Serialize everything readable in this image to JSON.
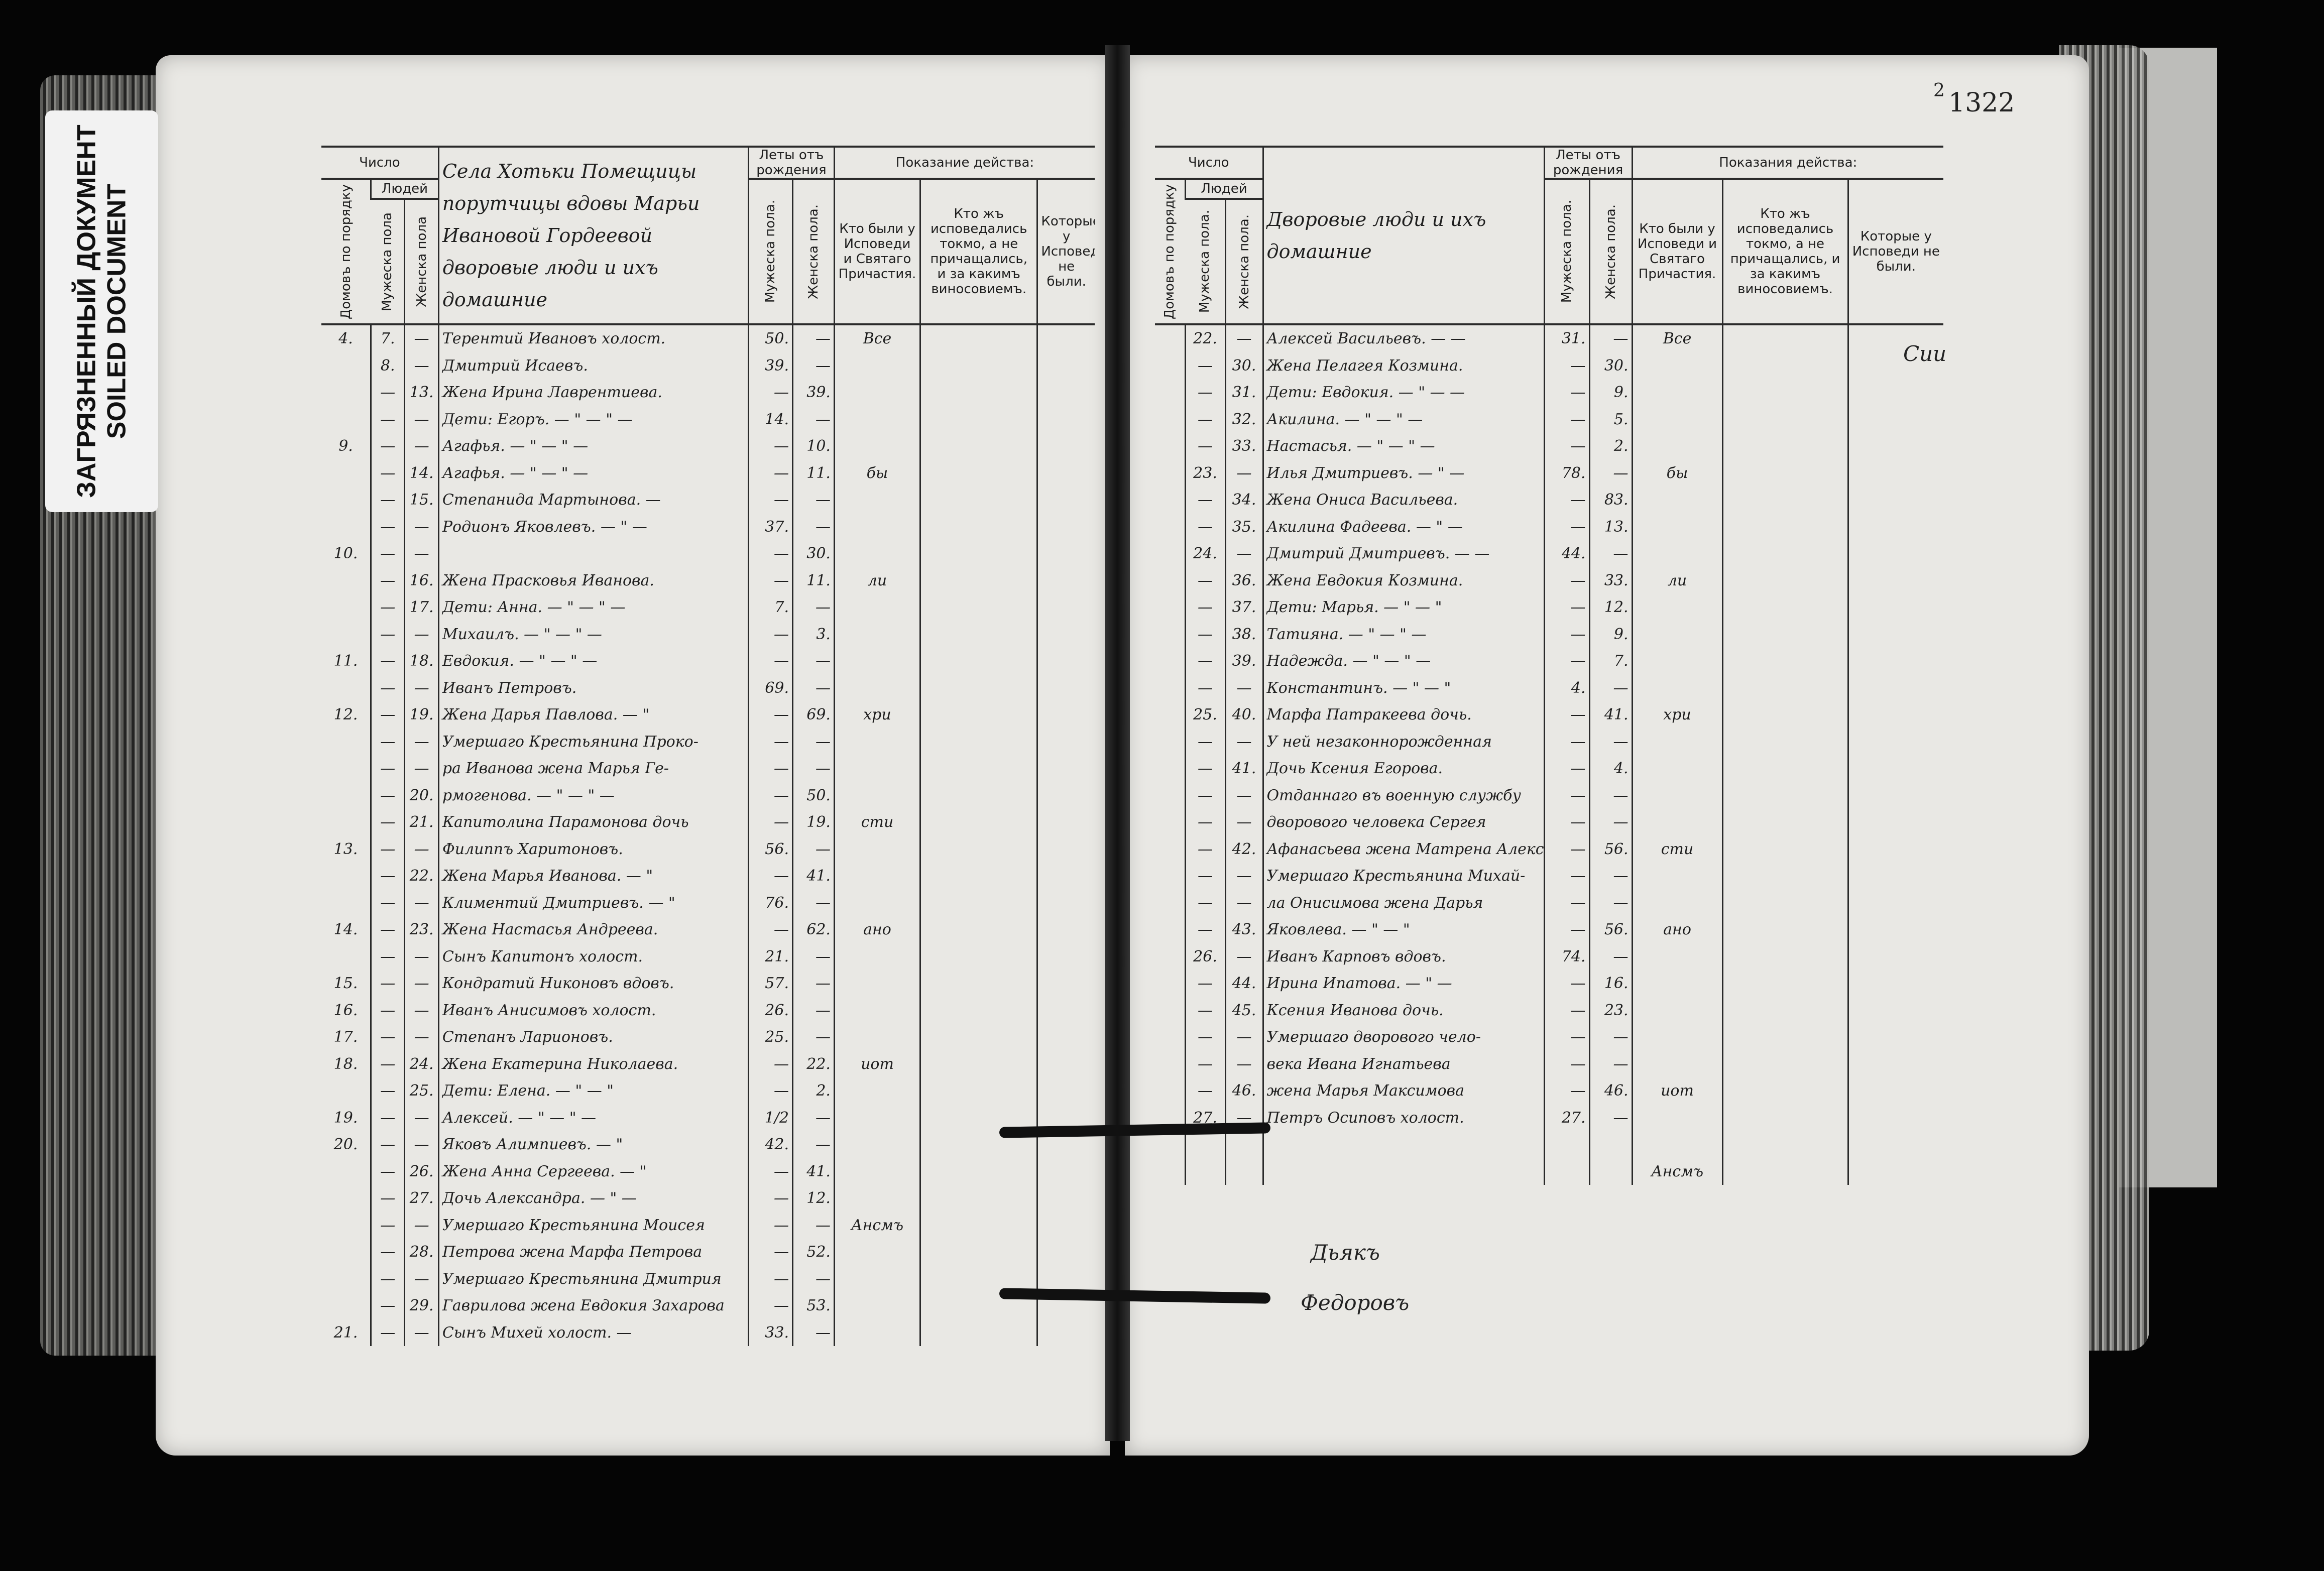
{
  "label": {
    "line1": "ЗАГРЯЗНЕННЫЙ ДОКУМЕНТ",
    "line2": "SOILED DOCUMENT"
  },
  "page_number": "1322",
  "page_mark": "2",
  "left": {
    "head_chislo": "Число",
    "head_lyudey": "Людей",
    "head_domov": "Домовъ по порядку",
    "head_muzh": "Мужеска пола",
    "head_zhen": "Женска пола",
    "title": "Села Хотьки Помещицы порутчицы вдовы Марьи Ивановой Гордеевой дворовые люди и ихъ домашние",
    "head_leta": "Леты отъ рождения",
    "head_muzh2": "Мужеска пола.",
    "head_zhen2": "Женска пола.",
    "head_pokaz": "Показание действа:",
    "head_c1": "Кто были у Исповеди и Святаго Причастия.",
    "head_c2": "Кто жъ исповедались токмо, а не причащались, и за какимъ виносовиемъ.",
    "head_c3": "Которые у Исповеди не были.",
    "rows": [
      {
        "h": "4.",
        "m": "7.",
        "f": "—",
        "name": "Терентий Ивановъ холост.",
        "am": "50.",
        "af": "—",
        "c1": "Все",
        "c2": "",
        "c3": ""
      },
      {
        "h": "",
        "m": "8.",
        "f": "—",
        "name": "Дмитрий Исаевъ.",
        "am": "39.",
        "af": "—",
        "c1": "",
        "c2": "",
        "c3": ""
      },
      {
        "h": "",
        "m": "—",
        "f": "13.",
        "name": "Жена Ирина Лаврентиева.",
        "am": "—",
        "af": "39.",
        "c1": "",
        "c2": "",
        "c3": ""
      },
      {
        "h": "",
        "m": "—",
        "f": "—",
        "name": "Дети: Егоръ. — \" — \" —",
        "am": "14.",
        "af": "—",
        "c1": "",
        "c2": "",
        "c3": ""
      },
      {
        "h": "9.",
        "m": "—",
        "f": "—",
        "name": "Агафья. — \" — \" —",
        "am": "—",
        "af": "10.",
        "c1": "",
        "c2": "",
        "c3": ""
      },
      {
        "h": "",
        "m": "—",
        "f": "14.",
        "name": "Агафья. — \" — \" —",
        "am": "—",
        "af": "11.",
        "c1": "бы",
        "c2": "",
        "c3": ""
      },
      {
        "h": "",
        "m": "—",
        "f": "15.",
        "name": "Степанида Мартынова. —",
        "am": "—",
        "af": "—",
        "c1": "",
        "c2": "",
        "c3": ""
      },
      {
        "h": "",
        "m": "—",
        "f": "—",
        "name": "Родионъ Яковлевъ. — \" —",
        "am": "37.",
        "af": "—",
        "c1": "",
        "c2": "",
        "c3": ""
      },
      {
        "h": "10.",
        "m": "—",
        "f": "—",
        "name": "",
        "am": "—",
        "af": "30.",
        "c1": "",
        "c2": "",
        "c3": ""
      },
      {
        "h": "",
        "m": "—",
        "f": "16.",
        "name": "Жена Прасковья Иванова.",
        "am": "—",
        "af": "11.",
        "c1": "ли",
        "c2": "",
        "c3": ""
      },
      {
        "h": "",
        "m": "—",
        "f": "17.",
        "name": "Дети: Анна. — \" — \" —",
        "am": "7.",
        "af": "—",
        "c1": "",
        "c2": "",
        "c3": ""
      },
      {
        "h": "",
        "m": "—",
        "f": "—",
        "name": "Михаилъ. — \" — \" —",
        "am": "—",
        "af": "3.",
        "c1": "",
        "c2": "",
        "c3": ""
      },
      {
        "h": "11.",
        "m": "—",
        "f": "18.",
        "name": "Евдокия. — \" — \" —",
        "am": "—",
        "af": "—",
        "c1": "",
        "c2": "",
        "c3": ""
      },
      {
        "h": "",
        "m": "—",
        "f": "—",
        "name": "Иванъ Петровъ.",
        "am": "69.",
        "af": "—",
        "c1": "",
        "c2": "",
        "c3": ""
      },
      {
        "h": "12.",
        "m": "—",
        "f": "19.",
        "name": "Жена Дарья Павлова. — \"",
        "am": "—",
        "af": "69.",
        "c1": "хри",
        "c2": "",
        "c3": ""
      },
      {
        "h": "",
        "m": "—",
        "f": "—",
        "name": "Умершаго Крестьянина Проко-",
        "am": "—",
        "af": "—",
        "c1": "",
        "c2": "",
        "c3": ""
      },
      {
        "h": "",
        "m": "—",
        "f": "—",
        "name": "ра Иванова жена Марья Ге-",
        "am": "—",
        "af": "—",
        "c1": "",
        "c2": "",
        "c3": ""
      },
      {
        "h": "",
        "m": "—",
        "f": "20.",
        "name": "рмогенова. — \" — \" —",
        "am": "—",
        "af": "50.",
        "c1": "",
        "c2": "",
        "c3": ""
      },
      {
        "h": "",
        "m": "—",
        "f": "21.",
        "name": "Капитолина Парамонова дочь",
        "am": "—",
        "af": "19.",
        "c1": "сти",
        "c2": "",
        "c3": ""
      },
      {
        "h": "13.",
        "m": "—",
        "f": "—",
        "name": "Филиппъ Харитоновъ.",
        "am": "56.",
        "af": "—",
        "c1": "",
        "c2": "",
        "c3": ""
      },
      {
        "h": "",
        "m": "—",
        "f": "22.",
        "name": "Жена Марья Иванова. — \"",
        "am": "—",
        "af": "41.",
        "c1": "",
        "c2": "",
        "c3": ""
      },
      {
        "h": "",
        "m": "—",
        "f": "—",
        "name": "Климентий Дмитриевъ. — \"",
        "am": "76.",
        "af": "—",
        "c1": "",
        "c2": "",
        "c3": ""
      },
      {
        "h": "14.",
        "m": "—",
        "f": "23.",
        "name": "Жена Настасья Андреева.",
        "am": "—",
        "af": "62.",
        "c1": "ано",
        "c2": "",
        "c3": ""
      },
      {
        "h": "",
        "m": "—",
        "f": "—",
        "name": "Сынъ Капитонъ холост.",
        "am": "21.",
        "af": "—",
        "c1": "",
        "c2": "",
        "c3": ""
      },
      {
        "h": "15.",
        "m": "—",
        "f": "—",
        "name": "Кондратий Никоновъ вдовъ.",
        "am": "57.",
        "af": "—",
        "c1": "",
        "c2": "",
        "c3": ""
      },
      {
        "h": "16.",
        "m": "—",
        "f": "—",
        "name": "Иванъ Анисимовъ холост.",
        "am": "26.",
        "af": "—",
        "c1": "",
        "c2": "",
        "c3": ""
      },
      {
        "h": "17.",
        "m": "—",
        "f": "—",
        "name": "Степанъ Ларионовъ.",
        "am": "25.",
        "af": "—",
        "c1": "",
        "c2": "",
        "c3": ""
      },
      {
        "h": "18.",
        "m": "—",
        "f": "24.",
        "name": "Жена Екатерина Николаева.",
        "am": "—",
        "af": "22.",
        "c1": "иот",
        "c2": "",
        "c3": ""
      },
      {
        "h": "",
        "m": "—",
        "f": "25.",
        "name": "Дети: Елена. — \" — \"",
        "am": "—",
        "af": "2.",
        "c1": "",
        "c2": "",
        "c3": ""
      },
      {
        "h": "19.",
        "m": "—",
        "f": "—",
        "name": "Алексей. — \" — \" —",
        "am": "1/2",
        "af": "—",
        "c1": "",
        "c2": "",
        "c3": ""
      },
      {
        "h": "20.",
        "m": "—",
        "f": "—",
        "name": "Яковъ Алимпиевъ. — \"",
        "am": "42.",
        "af": "—",
        "c1": "",
        "c2": "",
        "c3": ""
      },
      {
        "h": "",
        "m": "—",
        "f": "26.",
        "name": "Жена Анна Сергеева. — \"",
        "am": "—",
        "af": "41.",
        "c1": "",
        "c2": "",
        "c3": ""
      },
      {
        "h": "",
        "m": "—",
        "f": "27.",
        "name": "Дочь Александра. — \" —",
        "am": "—",
        "af": "12.",
        "c1": "",
        "c2": "",
        "c3": ""
      },
      {
        "h": "",
        "m": "—",
        "f": "—",
        "name": "Умершаго Крестьянина Моисея",
        "am": "—",
        "af": "—",
        "c1": "Ансмъ",
        "c2": "",
        "c3": ""
      },
      {
        "h": "",
        "m": "—",
        "f": "28.",
        "name": "Петрова жена Марфа Петрова",
        "am": "—",
        "af": "52.",
        "c1": "",
        "c2": "",
        "c3": ""
      },
      {
        "h": "",
        "m": "—",
        "f": "—",
        "name": "Умершаго Крестьянина Дмитрия",
        "am": "—",
        "af": "—",
        "c1": "",
        "c2": "",
        "c3": ""
      },
      {
        "h": "",
        "m": "—",
        "f": "29.",
        "name": "Гаврилова жена Евдокия Захарова",
        "am": "—",
        "af": "53.",
        "c1": "",
        "c2": "",
        "c3": ""
      },
      {
        "h": "21.",
        "m": "—",
        "f": "—",
        "name": "Сынъ Михей холост. —",
        "am": "33.",
        "af": "—",
        "c1": "",
        "c2": "",
        "c3": ""
      }
    ]
  },
  "right": {
    "head_chislo": "Число",
    "head_lyudey": "Людей",
    "head_domov": "Домовъ по порядку",
    "head_muzh": "Мужеска пола.",
    "head_zhen": "Женска пола.",
    "title": "Дворовые люди и ихъ домашние",
    "head_leta": "Леты отъ рождения",
    "head_muzh2": "Мужеска пола.",
    "head_zhen2": "Женска пола.",
    "head_pokaz": "Показания действа:",
    "head_c1": "Кто были у Исповеди и Святаго Причастия.",
    "head_c2": "Кто жъ исповедались токмо, а не причащались, и за какимъ виносовиемъ.",
    "head_c3": "Которые у Исповеди не были.",
    "margin_note": "Сии",
    "rows": [
      {
        "h": "",
        "m": "22.",
        "f": "—",
        "name": "Алексей Васильевъ. — —",
        "am": "31.",
        "af": "—",
        "c1": "Все",
        "c2": "",
        "c3": ""
      },
      {
        "h": "",
        "m": "—",
        "f": "30.",
        "name": "Жена Пелагея Козмина.",
        "am": "—",
        "af": "30.",
        "c1": "",
        "c2": "",
        "c3": ""
      },
      {
        "h": "",
        "m": "—",
        "f": "31.",
        "name": "Дети: Евдокия. — \" — —",
        "am": "—",
        "af": "9.",
        "c1": "",
        "c2": "",
        "c3": ""
      },
      {
        "h": "",
        "m": "—",
        "f": "32.",
        "name": "Акилина. — \" — \" —",
        "am": "—",
        "af": "5.",
        "c1": "",
        "c2": "",
        "c3": ""
      },
      {
        "h": "",
        "m": "—",
        "f": "33.",
        "name": "Настасья. — \" — \" —",
        "am": "—",
        "af": "2.",
        "c1": "",
        "c2": "",
        "c3": ""
      },
      {
        "h": "",
        "m": "23.",
        "f": "—",
        "name": "Илья Дмитриевъ. — \" —",
        "am": "78.",
        "af": "—",
        "c1": "бы",
        "c2": "",
        "c3": ""
      },
      {
        "h": "",
        "m": "—",
        "f": "34.",
        "name": "Жена Ониса Васильева.",
        "am": "—",
        "af": "83.",
        "c1": "",
        "c2": "",
        "c3": ""
      },
      {
        "h": "",
        "m": "—",
        "f": "35.",
        "name": "Акилина Фадеева. — \" —",
        "am": "—",
        "af": "13.",
        "c1": "",
        "c2": "",
        "c3": ""
      },
      {
        "h": "",
        "m": "24.",
        "f": "—",
        "name": "Дмитрий Дмитриевъ. — —",
        "am": "44.",
        "af": "—",
        "c1": "",
        "c2": "",
        "c3": ""
      },
      {
        "h": "",
        "m": "—",
        "f": "36.",
        "name": "Жена Евдокия Козмина.",
        "am": "—",
        "af": "33.",
        "c1": "ли",
        "c2": "",
        "c3": ""
      },
      {
        "h": "",
        "m": "—",
        "f": "37.",
        "name": "Дети: Марья. — \" — \"",
        "am": "—",
        "af": "12.",
        "c1": "",
        "c2": "",
        "c3": ""
      },
      {
        "h": "",
        "m": "—",
        "f": "38.",
        "name": "Татияна. — \" — \" —",
        "am": "—",
        "af": "9.",
        "c1": "",
        "c2": "",
        "c3": ""
      },
      {
        "h": "",
        "m": "—",
        "f": "39.",
        "name": "Надежда. — \" — \" —",
        "am": "—",
        "af": "7.",
        "c1": "",
        "c2": "",
        "c3": ""
      },
      {
        "h": "",
        "m": "—",
        "f": "—",
        "name": "Константинъ. — \" — \"",
        "am": "4.",
        "af": "—",
        "c1": "",
        "c2": "",
        "c3": ""
      },
      {
        "h": "",
        "m": "25.",
        "f": "40.",
        "name": "Марфа Патракеева дочь.",
        "am": "—",
        "af": "41.",
        "c1": "хри",
        "c2": "",
        "c3": ""
      },
      {
        "h": "",
        "m": "—",
        "f": "—",
        "name": "У ней незаконнорожденная",
        "am": "—",
        "af": "—",
        "c1": "",
        "c2": "",
        "c3": ""
      },
      {
        "h": "",
        "m": "—",
        "f": "41.",
        "name": "Дочь Ксения Егорова.",
        "am": "—",
        "af": "4.",
        "c1": "",
        "c2": "",
        "c3": ""
      },
      {
        "h": "",
        "m": "—",
        "f": "—",
        "name": "Отданнаго въ военную службу",
        "am": "—",
        "af": "—",
        "c1": "",
        "c2": "",
        "c3": ""
      },
      {
        "h": "",
        "m": "—",
        "f": "—",
        "name": "дворового человека Сергея",
        "am": "—",
        "af": "—",
        "c1": "",
        "c2": "",
        "c3": ""
      },
      {
        "h": "",
        "m": "—",
        "f": "42.",
        "name": "Афанасьева жена Матрена Алексеева",
        "am": "—",
        "af": "56.",
        "c1": "сти",
        "c2": "",
        "c3": ""
      },
      {
        "h": "",
        "m": "—",
        "f": "—",
        "name": "Умершаго Крестьянина Михай-",
        "am": "—",
        "af": "—",
        "c1": "",
        "c2": "",
        "c3": ""
      },
      {
        "h": "",
        "m": "—",
        "f": "—",
        "name": "ла Онисимова жена Дарья",
        "am": "—",
        "af": "—",
        "c1": "",
        "c2": "",
        "c3": ""
      },
      {
        "h": "",
        "m": "—",
        "f": "43.",
        "name": "Яковлева. — \" — \"",
        "am": "—",
        "af": "56.",
        "c1": "ано",
        "c2": "",
        "c3": ""
      },
      {
        "h": "",
        "m": "26.",
        "f": "—",
        "name": "Иванъ Карповъ вдовъ.",
        "am": "74.",
        "af": "—",
        "c1": "",
        "c2": "",
        "c3": ""
      },
      {
        "h": "",
        "m": "—",
        "f": "44.",
        "name": "Ирина Ипатова. — \" —",
        "am": "—",
        "af": "16.",
        "c1": "",
        "c2": "",
        "c3": ""
      },
      {
        "h": "",
        "m": "—",
        "f": "45.",
        "name": "Ксения Иванова дочь.",
        "am": "—",
        "af": "23.",
        "c1": "",
        "c2": "",
        "c3": ""
      },
      {
        "h": "",
        "m": "—",
        "f": "—",
        "name": "Умершаго дворового чело-",
        "am": "—",
        "af": "—",
        "c1": "",
        "c2": "",
        "c3": ""
      },
      {
        "h": "",
        "m": "—",
        "f": "—",
        "name": "века Ивана Игнатьева",
        "am": "—",
        "af": "—",
        "c1": "",
        "c2": "",
        "c3": ""
      },
      {
        "h": "",
        "m": "—",
        "f": "46.",
        "name": "жена Марья Максимова",
        "am": "—",
        "af": "46.",
        "c1": "иот",
        "c2": "",
        "c3": ""
      },
      {
        "h": "",
        "m": "27.",
        "f": "—",
        "name": "Петръ Осиповъ холост.",
        "am": "27.",
        "af": "—",
        "c1": "",
        "c2": "",
        "c3": ""
      },
      {
        "h": "",
        "m": "",
        "f": "",
        "name": "",
        "am": "",
        "af": "",
        "c1": "",
        "c2": "",
        "c3": ""
      },
      {
        "h": "",
        "m": "",
        "f": "",
        "name": "",
        "am": "",
        "af": "",
        "c1": "Ансмъ",
        "c2": "",
        "c3": ""
      }
    ],
    "signature_1": "Дьякъ",
    "signature_2": "Федоровъ"
  }
}
